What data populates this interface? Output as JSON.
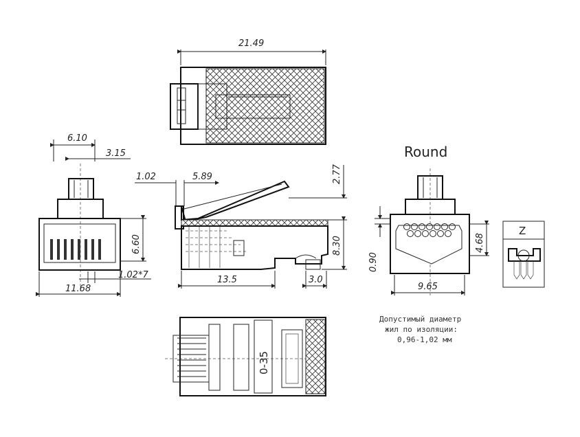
{
  "dimensions": {
    "top_length": "21.49",
    "front_width_a": "6.10",
    "front_width_b": "3.15",
    "front_height": "6.60",
    "front_pitch": "1.02*7",
    "front_total": "11.68",
    "side_latch": "1.02",
    "side_offset": "5.89",
    "side_top": "2.77",
    "side_height": "8.30",
    "side_length": "13.5",
    "side_tail": "3.0",
    "round_height": "4.68",
    "round_gap": "0.90",
    "round_width": "9.65",
    "bottom_mark": "0-35"
  },
  "labels": {
    "round_title": "Round",
    "z_label": "Z"
  },
  "note": {
    "line1": "Допустимый диаметр",
    "line2": "жил по изоляции:",
    "line3": "0,96-1,02 мм"
  }
}
